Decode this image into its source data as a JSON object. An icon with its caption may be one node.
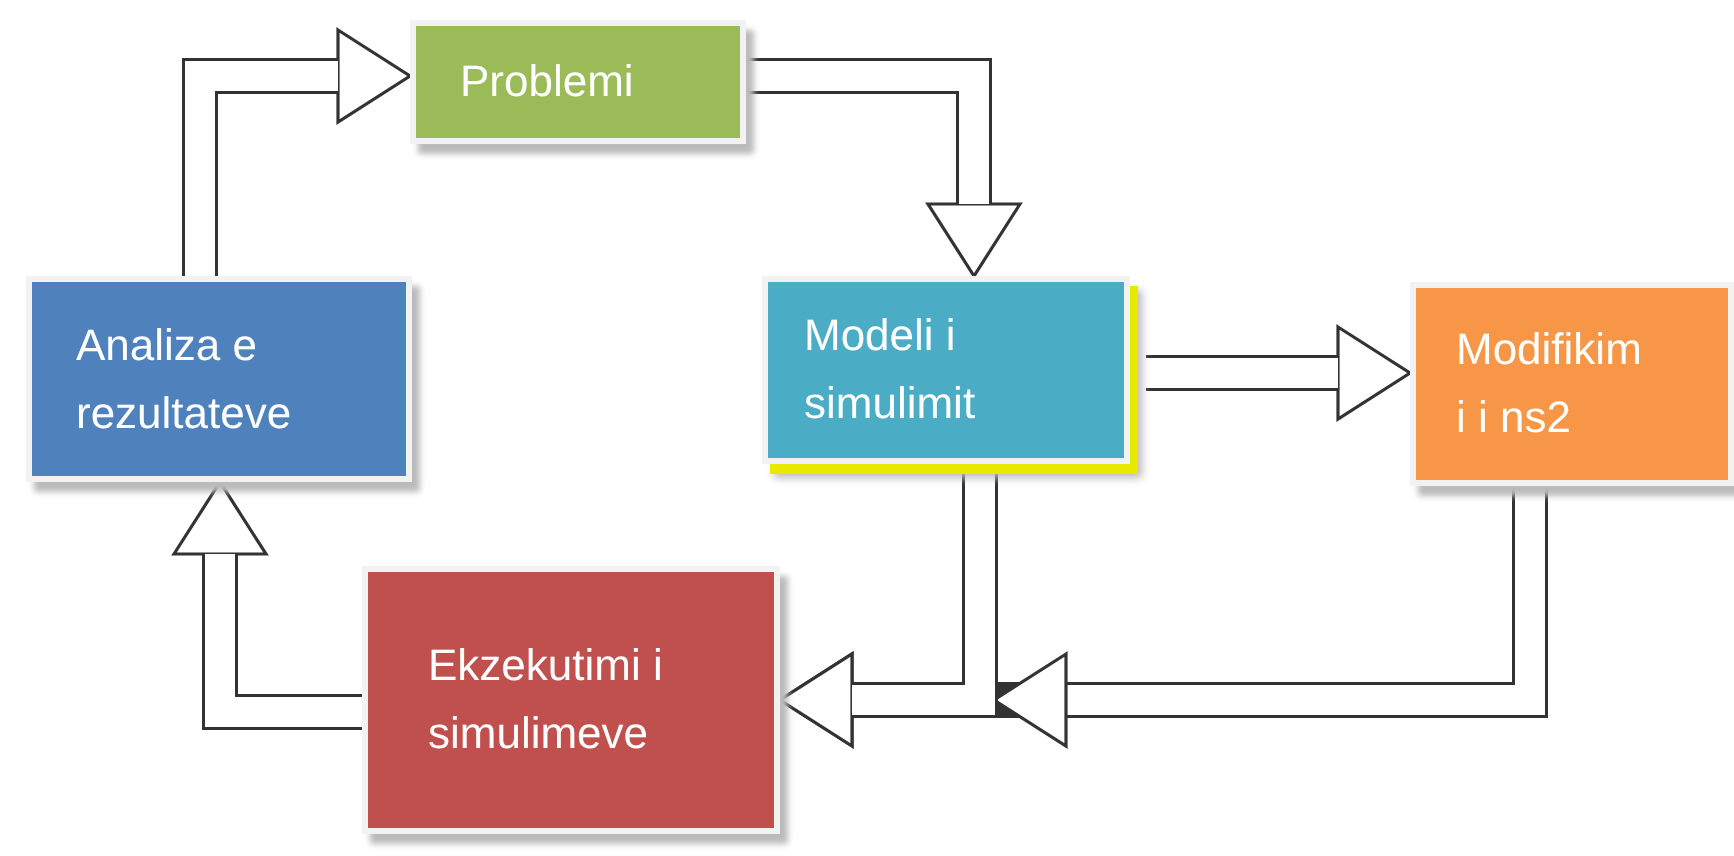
{
  "diagram": {
    "nodes": [
      {
        "text": [
          "Problemi"
        ]
      },
      {
        "text": [
          "Analiza e rezultateve"
        ]
      },
      {
        "text": [
          "Modeli i simulimit"
        ]
      },
      {
        "text": [
          "Modifikim i i ns2"
        ]
      },
      {
        "text": [
          "Ekzekutimi i simulimeve"
        ]
      }
    ],
    "edges": [
      {
        "from": 1,
        "to": 0,
        "arrow": "to"
      },
      {
        "from": 0,
        "to": 2,
        "arrow": "to"
      },
      {
        "from": 2,
        "to": 3,
        "arrow": "to"
      },
      {
        "from": 2,
        "to": 4,
        "arrow": "to"
      },
      {
        "from": 3,
        "to": 4,
        "arrow": "to"
      },
      {
        "from": 4,
        "to": 1,
        "arrow": "to"
      }
    ]
  }
}
